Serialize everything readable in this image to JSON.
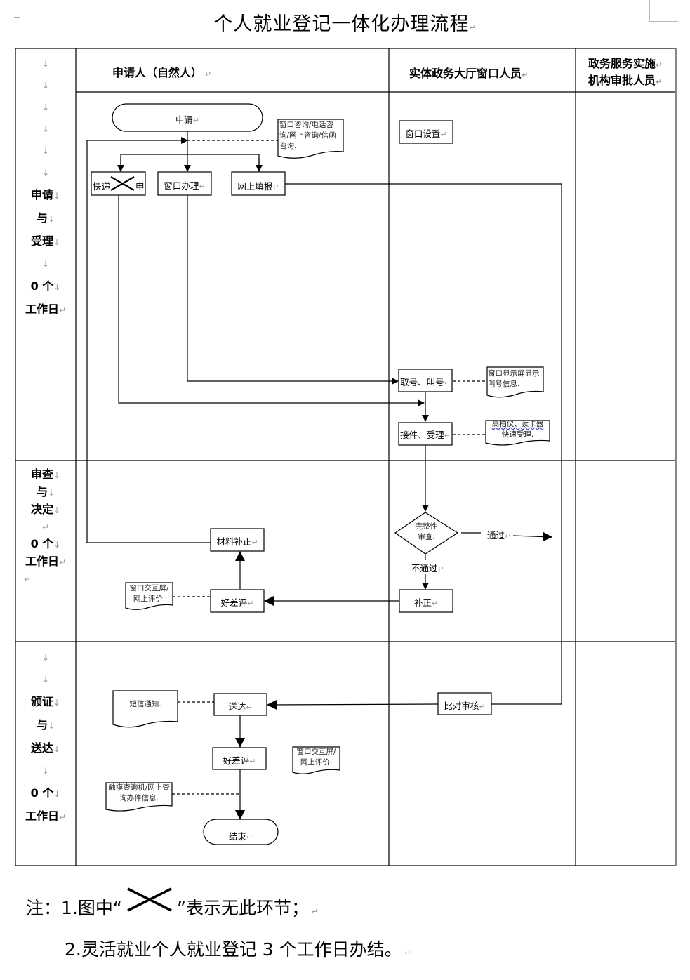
{
  "title": "个人就业登记一体化办理流程",
  "columns": {
    "applicant": "申请人（自然人）",
    "window_staff": "实体政务大厅窗口人员",
    "approver_line1": "政务服务实施",
    "approver_line2": "机构审批人员"
  },
  "stages": [
    {
      "name_lines": [
        "申请",
        "与",
        "受理"
      ],
      "days": "0 个",
      "days_unit": "工作日"
    },
    {
      "name_lines": [
        "审查",
        "与",
        "决定"
      ],
      "days": "0 个",
      "days_unit": "工作日"
    },
    {
      "name_lines": [
        "颁证",
        "与",
        "送达"
      ],
      "days": "0 个",
      "days_unit": "工作日"
    }
  ],
  "nodes": {
    "apply": "申请",
    "consult_doc_line1": "窗口咨询/电话咨",
    "consult_doc_line2": "询/网上咨询/信函",
    "consult_doc_line3": "咨询.",
    "window_setup": "窗口设置",
    "express_left": "快递",
    "express_right": "申",
    "window_handle": "窗口办理",
    "online_fill": "网上填报",
    "take_number": "取号、叫号",
    "display_doc_line1": "窗口显示屏显示",
    "display_doc_line2": "叫号信息.",
    "receive": "接件、受理",
    "scanner_doc_line1": "高拍仪、读卡器",
    "scanner_doc_line2": "快速受理.",
    "completeness_line1": "完整性",
    "completeness_line2": "审查.",
    "pass": "通过",
    "fail": "不通过",
    "correction": "补正",
    "material_correction": "材料补正",
    "rating1": "好差评",
    "rating_doc1_line1": "窗口交互屏/",
    "rating_doc1_line2": "网上评价.",
    "compare_review": "比对审核",
    "deliver": "送达",
    "sms_doc": "短信通知.",
    "rating2": "好差评",
    "rating_doc2_line1": "窗口交互屏/",
    "rating_doc2_line2": "网上评价.",
    "query_doc_line1": "触摸查询机/网上查",
    "query_doc_line2": "询办件信息.",
    "end": "结束"
  },
  "notes": {
    "note1_prefix": "注：1.图中“",
    "note1_suffix": "”表示无此环节；",
    "note2": "2.灵活就业个人就业登记 3 个工作日办结。"
  },
  "colors": {
    "line": "#000000",
    "page": "#ffffff",
    "spellcheck": "#3a3acc"
  }
}
